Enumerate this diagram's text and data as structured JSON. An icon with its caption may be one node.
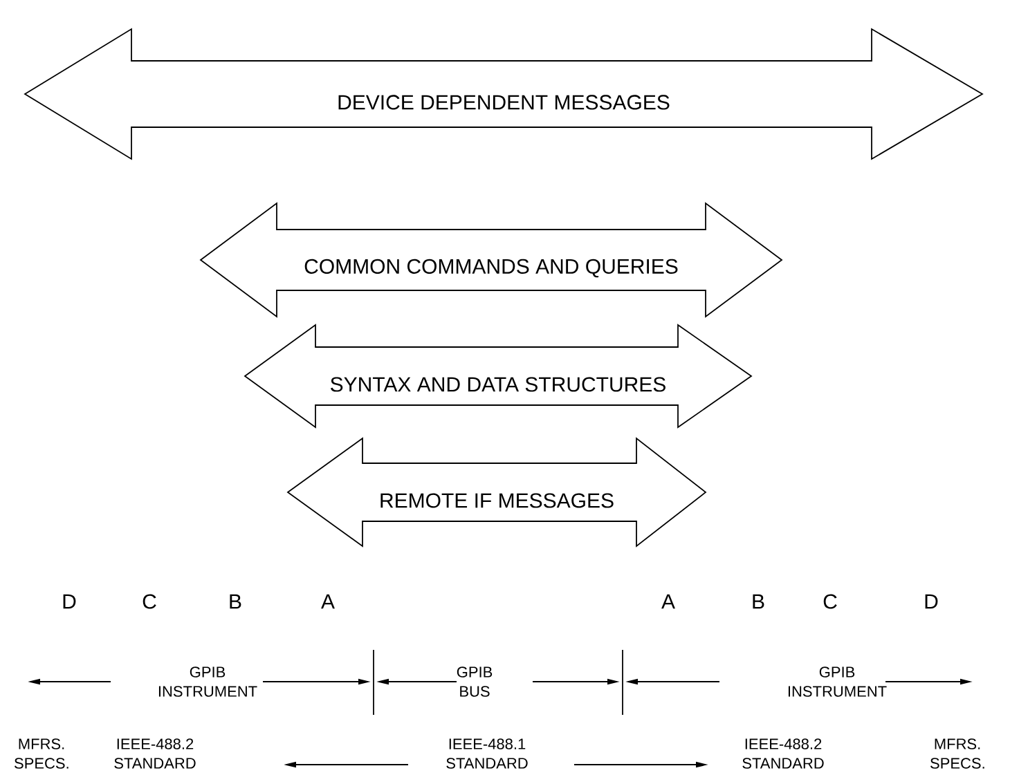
{
  "diagram": {
    "nodes": [
      {
        "text": [
          "DEVICE DEPENDENT MESSAGES"
        ]
      },
      {
        "text": [
          "COMMON COMMANDS AND QUERIES"
        ]
      },
      {
        "text": [
          "SYNTAX AND DATA STRUCTURES"
        ]
      },
      {
        "text": [
          "REMOTE IF MESSAGES"
        ]
      }
    ],
    "edges": [],
    "labels": [
      "D",
      "C",
      "B",
      "A",
      "A",
      "B",
      "C",
      "D",
      "GPIB INSTRUMENT",
      "GPIB BUS",
      "GPIB INSTRUMENT",
      "MFRS. SPECS.",
      "IEEE-488.2 STANDARD",
      "IEEE-488.1 STANDARD",
      "IEEE-488.2 STANDARD",
      "MFRS. SPECS."
    ]
  }
}
